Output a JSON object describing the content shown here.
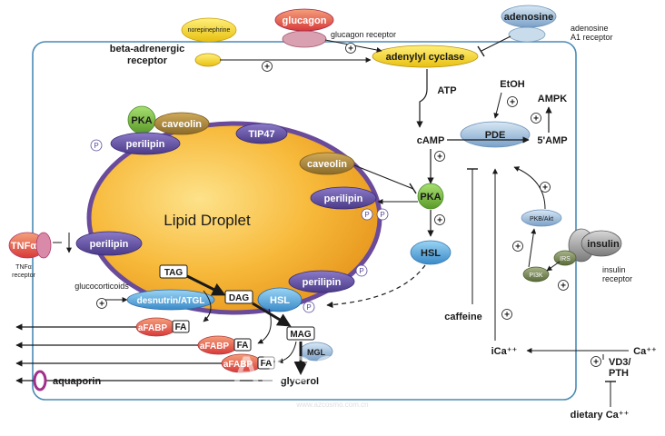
{
  "receptors": {
    "norepinephrine": "norepinephrine",
    "beta_adrenergic": [
      "beta-adrenergic",
      "receptor"
    ],
    "glucagon": "glucagon",
    "glucagon_receptor": "glucagon receptor",
    "adenosine": "adenosine",
    "adenosine_receptor": [
      "adenosine",
      "A1 receptor"
    ],
    "tnf": "TNFα",
    "tnf_receptor": [
      "TNFα",
      "receptor"
    ],
    "insulin": "insulin",
    "insulin_receptor": [
      "insulin",
      "receptor"
    ]
  },
  "signaling": {
    "adenylyl_cyclase": "adenylyl cyclase",
    "atp": "ATP",
    "camp": "cAMP",
    "pde": "PDE",
    "etoh": "EtOH",
    "ampk": "AMPK",
    "five_amp": "5'AMP",
    "pka": "PKA",
    "hsl": "HSL",
    "pkb_akt": "PKB/Akt",
    "irs": "IRS",
    "pi3k": "PI3K",
    "caffeine": "caffeine",
    "ica": "iCa⁺⁺",
    "ca": "Ca⁺⁺",
    "vd3": "VD3/",
    "pth": "PTH",
    "dietary_ca": "dietary Ca⁺⁺"
  },
  "droplet": {
    "title": "Lipid Droplet",
    "pka": "PKA",
    "caveolin": "caveolin",
    "perilipin": "perilipin",
    "tip47": "TIP47",
    "p": "P",
    "tag": "TAG",
    "dag": "DAG",
    "mag": "MAG",
    "mgl": "MGL",
    "desnutrin": "desnutrin/ATGL",
    "glucocorticoids": "glucocorticoids"
  },
  "outputs": {
    "afabp": "aFABP",
    "fa": "FA",
    "aquaporin": "aquaporin",
    "glycerol": "glycerol"
  },
  "symbols": {
    "plus": "+"
  },
  "watermark": {
    "logo": "AZCOSMO",
    "sub": "www.azcosmo.com.cn"
  },
  "colors": {
    "cell_border": "#4a8ab5",
    "droplet_fill": "#f7b93a",
    "droplet_border": "#6a4a9a",
    "perilipin": "#6a5aa8",
    "pka": "#7ec24a",
    "caveolin": "#b08a3a",
    "hsl": "#4aa3d8",
    "desnutrin": "#3a8ac0",
    "adenylyl": "#f2d020",
    "pde": "#9ab8d8",
    "glucagon": "#c43a5a",
    "norepinephrine": "#f2d040",
    "adenosine": "#8ab4d8",
    "tnf": "#e05a8a",
    "insulin": "#8a8a8a",
    "afabp": "#e8604a"
  }
}
